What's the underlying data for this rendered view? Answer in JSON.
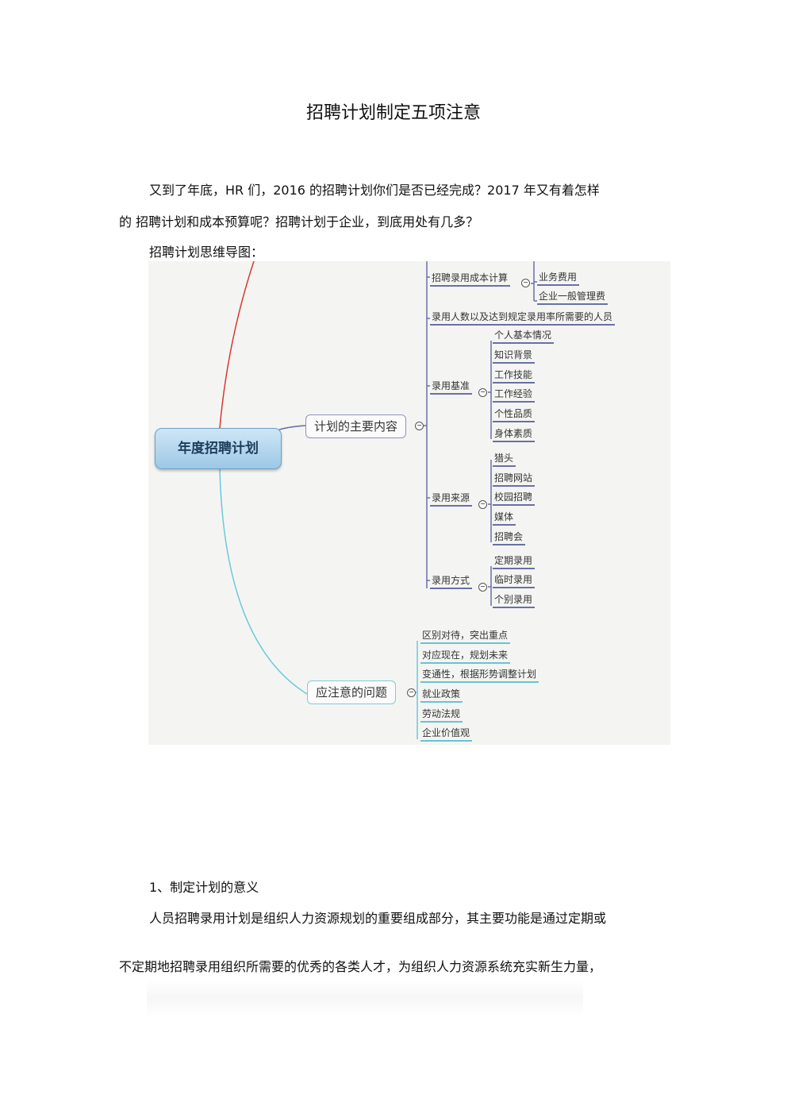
{
  "title": "招聘计划制定五项注意",
  "intro": {
    "line1": "又到了年底，HR 们，2016 的招聘计划你们是否已经完成？2017 年又有着怎样",
    "line2": "的 招聘计划和成本预算呢？招聘计划于企业，到底用处有几多？",
    "mindmap_caption": "招聘计划思维导图："
  },
  "mindmap": {
    "root": "年度招聘计划",
    "branch_content": {
      "label": "计划的主要内容",
      "cost": {
        "label": "招聘录用成本计算",
        "items": [
          "业务费用",
          "企业一般管理费"
        ]
      },
      "headcount": "录用人数以及达到规定录用率所需要的人员",
      "criteria": {
        "label": "录用基准",
        "items": [
          "个人基本情况",
          "知识背景",
          "工作技能",
          "工作经验",
          "个性品质",
          "身体素质"
        ]
      },
      "sources": {
        "label": "录用来源",
        "items": [
          "猎头",
          "招聘网站",
          "校园招聘",
          "媒体",
          "招聘会"
        ]
      },
      "methods": {
        "label": "录用方式",
        "items": [
          "定期录用",
          "临时录用",
          "个别录用"
        ]
      }
    },
    "branch_issues": {
      "label": "应注意的问题",
      "items": [
        "区别对待，突出重点",
        "对应现在，规划未来",
        "变通性，根据形势调整计划",
        "就业政策",
        "劳动法规",
        "企业价值观"
      ]
    },
    "colors": {
      "top_curve": "#d43a2f",
      "bottom_curve": "#6cc7dc",
      "branch": "#6a6fa8"
    }
  },
  "section1": {
    "heading": "1、制定计划的意义",
    "line1": "人员招聘录用计划是组织人力资源规划的重要组成部分，其主要功能是通过定期或",
    "line2": "不定期地招聘录用组织所需要的优秀的各类人才，为组织人力资源系统充实新生力量，"
  }
}
